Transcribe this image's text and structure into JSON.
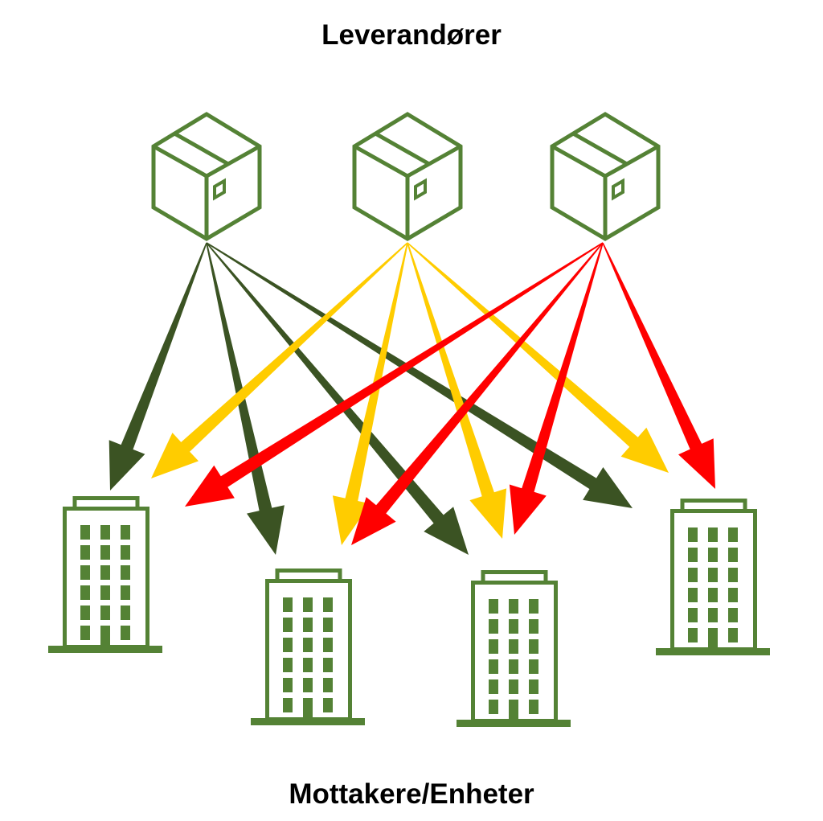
{
  "diagram": {
    "top_label": "Leverandører",
    "bottom_label": "Mottakere/Enheter",
    "icon_color": "#548235",
    "suppliers": [
      {
        "icon": "package-box-icon",
        "arrow_color": "#3b5323"
      },
      {
        "icon": "package-box-icon",
        "arrow_color": "#ffcc00"
      },
      {
        "icon": "package-box-icon",
        "arrow_color": "#ff0000"
      }
    ],
    "recipients": [
      {
        "icon": "office-building-icon"
      },
      {
        "icon": "office-building-icon"
      },
      {
        "icon": "office-building-icon"
      },
      {
        "icon": "office-building-icon"
      }
    ],
    "connections": [
      {
        "from": 0,
        "to": 0
      },
      {
        "from": 0,
        "to": 1
      },
      {
        "from": 0,
        "to": 2
      },
      {
        "from": 0,
        "to": 3
      },
      {
        "from": 1,
        "to": 0
      },
      {
        "from": 1,
        "to": 1
      },
      {
        "from": 1,
        "to": 2
      },
      {
        "from": 1,
        "to": 3
      },
      {
        "from": 2,
        "to": 0
      },
      {
        "from": 2,
        "to": 1
      },
      {
        "from": 2,
        "to": 2
      },
      {
        "from": 2,
        "to": 3
      }
    ]
  }
}
